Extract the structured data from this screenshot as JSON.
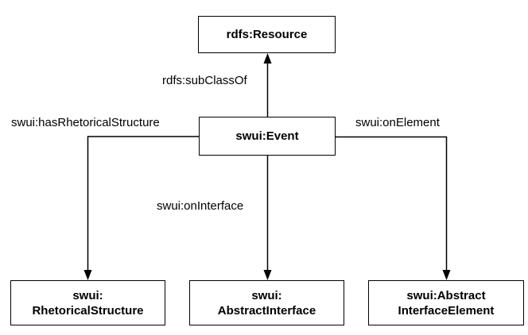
{
  "diagram": {
    "nodes": {
      "resource": {
        "label": "rdfs:Resource"
      },
      "event": {
        "label": "swui:Event"
      },
      "rhetorical_structure": {
        "label": "swui:\nRhetoricalStructure"
      },
      "abstract_interface": {
        "label": "swui:\nAbstractInterface"
      },
      "abstract_interface_element": {
        "label": "swui:Abstract\nInterfaceElement"
      }
    },
    "edges": {
      "subclassof": {
        "label": "rdfs:subClassOf",
        "from": "swui:Event",
        "to": "rdfs:Resource"
      },
      "has_rhetorical_structure": {
        "label": "swui:hasRhetoricalStructure",
        "from": "swui:Event",
        "to": "swui:RhetoricalStructure"
      },
      "on_interface": {
        "label": "swui:onInterface",
        "from": "swui:Event",
        "to": "swui:AbstractInterface"
      },
      "on_element": {
        "label": "swui:onElement",
        "from": "swui:Event",
        "to": "swui:AbstractInterfaceElement"
      }
    },
    "colors": {
      "line": "#000000",
      "box_border": "#000000",
      "box_fill": "#ffffff",
      "background": "#ffffff",
      "text": "#000000"
    }
  }
}
